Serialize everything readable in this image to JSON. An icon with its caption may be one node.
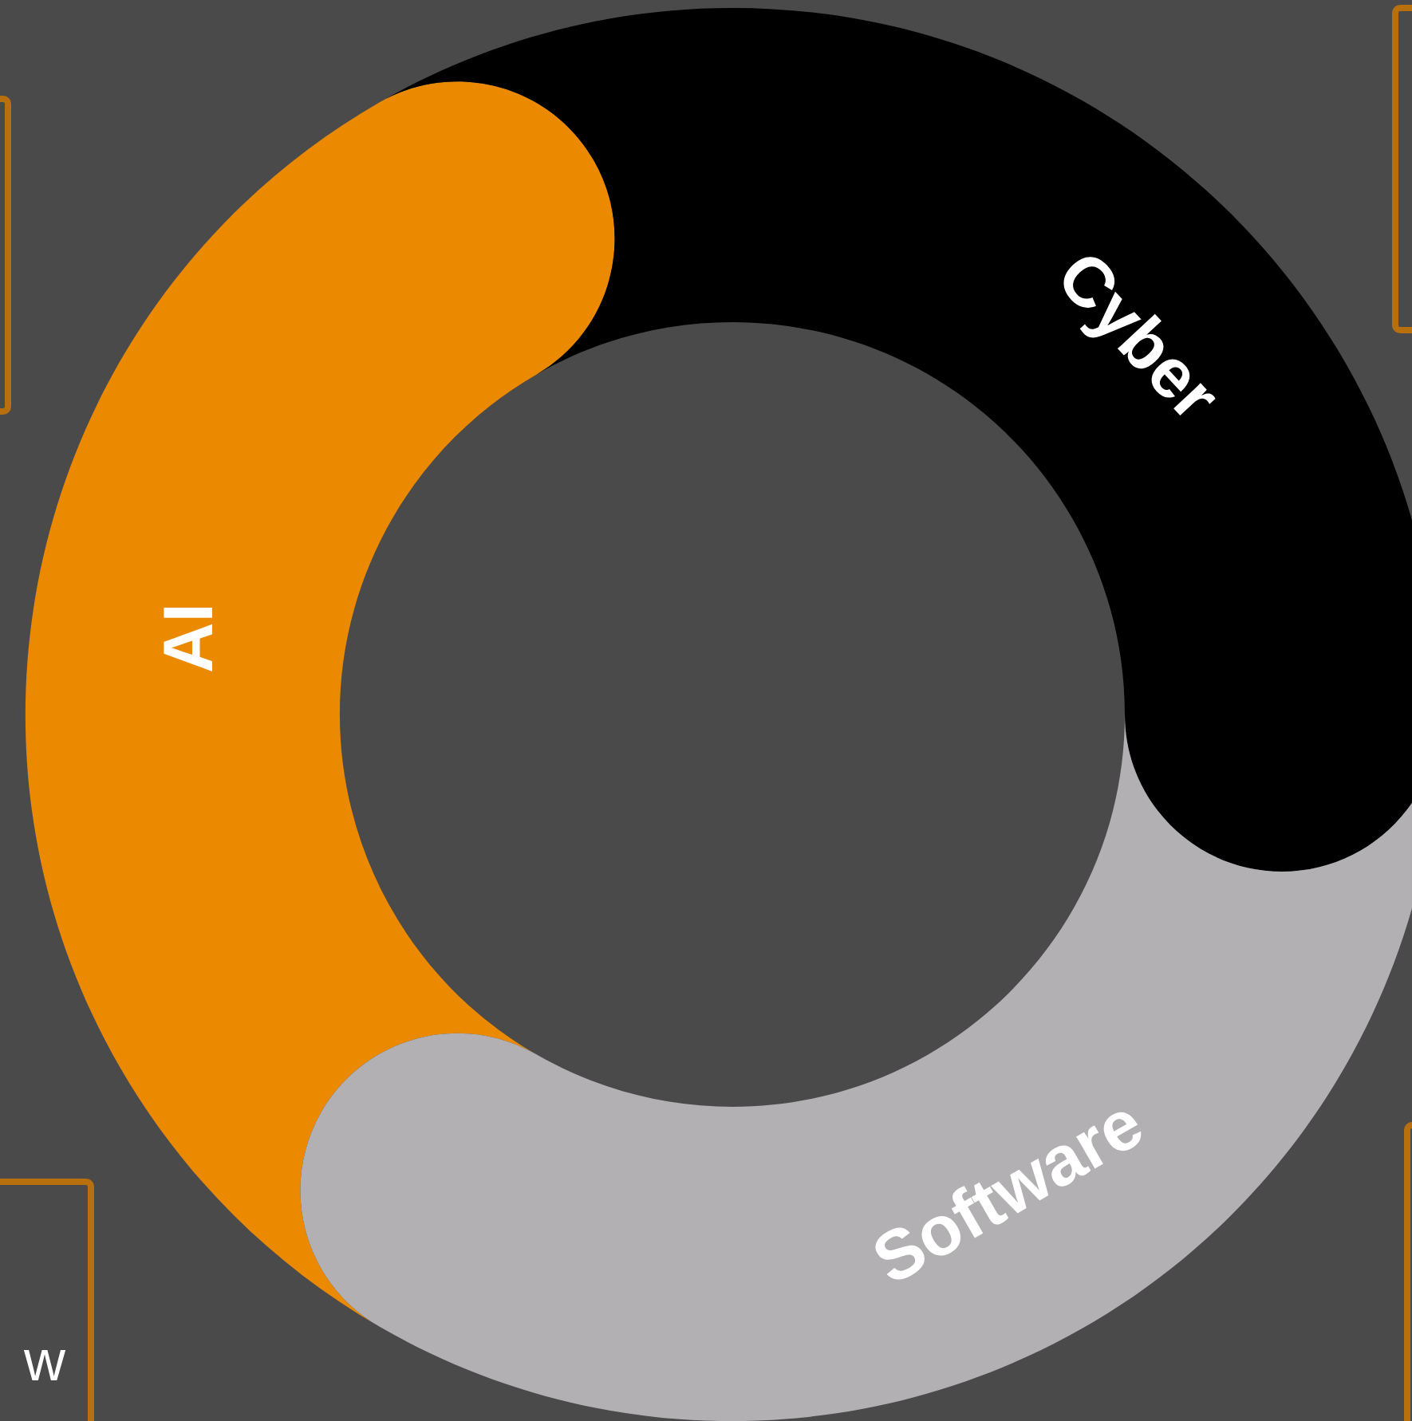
{
  "diagram": {
    "nodes": [
      {
        "text": [],
        "shape": "box"
      },
      {
        "text": [],
        "shape": "box"
      },
      {
        "text": [
          "AI"
        ]
      },
      {
        "text": [
          "Cyber"
        ]
      },
      {
        "text": [
          "Software"
        ]
      },
      {
        "text": [
          "w"
        ]
      },
      {
        "text": [],
        "shape": "box"
      }
    ]
  }
}
